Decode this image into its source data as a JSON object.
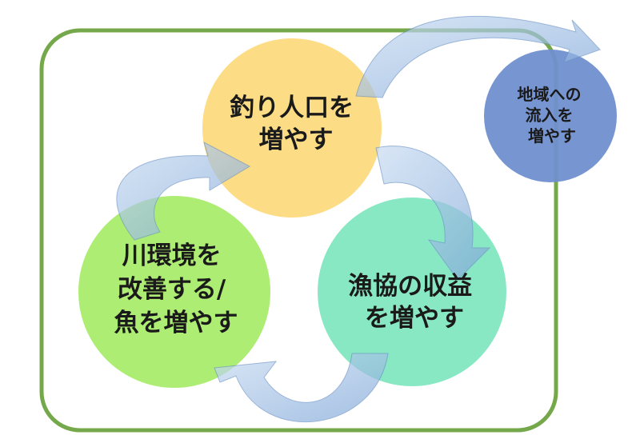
{
  "diagram": {
    "nodes": [
      {
        "id": "anglers",
        "lines": [
          "釣り人口を",
          "増やす"
        ],
        "color": "#fcd97a"
      },
      {
        "id": "coop",
        "lines": [
          "漁協の収益",
          "を増やす"
        ],
        "color": "#7fe6bf"
      },
      {
        "id": "river",
        "lines": [
          "川環境を",
          "改善する/",
          "魚を増やす"
        ],
        "color": "#a7ec67"
      },
      {
        "id": "inflow",
        "lines": [
          "地域への",
          "流入を",
          "増やす"
        ],
        "color": "#6f8fcf"
      }
    ],
    "frame_color": "#74a84a",
    "arrow_color": "#7fa7d9"
  }
}
